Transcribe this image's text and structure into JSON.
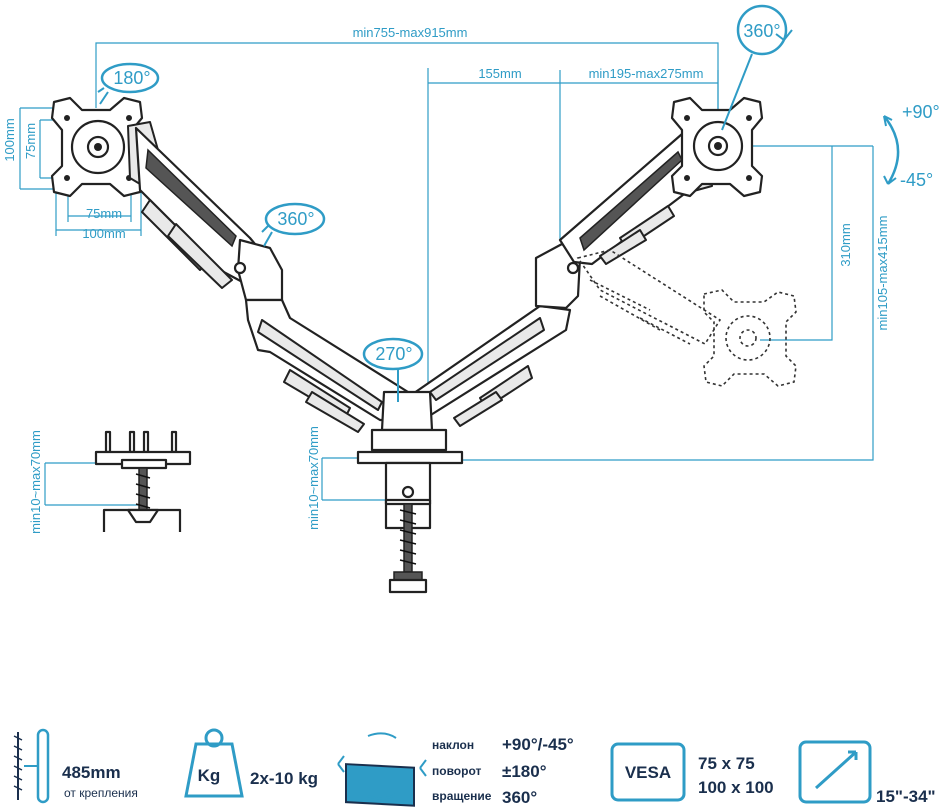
{
  "dimensions": {
    "width_range": "min755-max915mm",
    "arm_offset": "155mm",
    "reach_range": "min195-max275mm",
    "tilt_drop": "310mm",
    "height_range": "min105-max415mm",
    "clamp_range_left": "min10~max70mm",
    "clamp_range_center": "min10~max70mm",
    "vesa_h_100": "100mm",
    "vesa_h_75": "75mm",
    "vesa_w_75": "75mm",
    "vesa_w_100": "100mm"
  },
  "rotations": {
    "left_head": "180°",
    "left_joint": "360°",
    "center_base": "270°",
    "right_head": "360°",
    "tilt_up": "+90°",
    "tilt_down": "-45°"
  },
  "specs": {
    "depth_value": "485mm",
    "depth_label": "от крепления",
    "weight_icon_label": "Kg",
    "weight_value": "2x-10 kg",
    "tilt_label": "наклон",
    "tilt_value": "+90°/-45°",
    "swivel_label": "поворот",
    "swivel_value": "±180°",
    "rotate_label": "вращение",
    "rotate_value": "360°",
    "vesa_icon_label": "VESA",
    "vesa_value_1": "75 x 75",
    "vesa_value_2": "100 x 100",
    "screen_size": "15\"-34\""
  },
  "colors": {
    "dimension_blue": "#2f9cc6",
    "text_navy": "#1a2f4d",
    "outline": "#222222"
  }
}
